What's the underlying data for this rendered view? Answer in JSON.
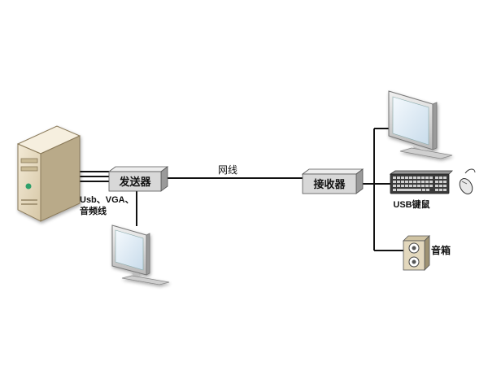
{
  "labels": {
    "sender": "发送器",
    "receiver": "接收器",
    "network_cable": "网线",
    "signals_line1": "Usb、VGA、",
    "signals_line2": "音频线",
    "usb_keyboard": "USB键鼠",
    "speaker": "音箱"
  },
  "colors": {
    "line": "#111111",
    "box_front": "#d8d8d8",
    "box_top": "#eeeeee",
    "box_side": "#9a9a9a",
    "tower_body": "#e8dcc4",
    "tower_side": "#b8a888",
    "screen": "#e2eef7",
    "bezel": "#d7d7d7",
    "status_dot": "#2fa06a"
  },
  "icons": [
    "server-tower-icon",
    "monitor-icon",
    "keyboard-icon",
    "mouse-icon",
    "speaker-icon"
  ]
}
